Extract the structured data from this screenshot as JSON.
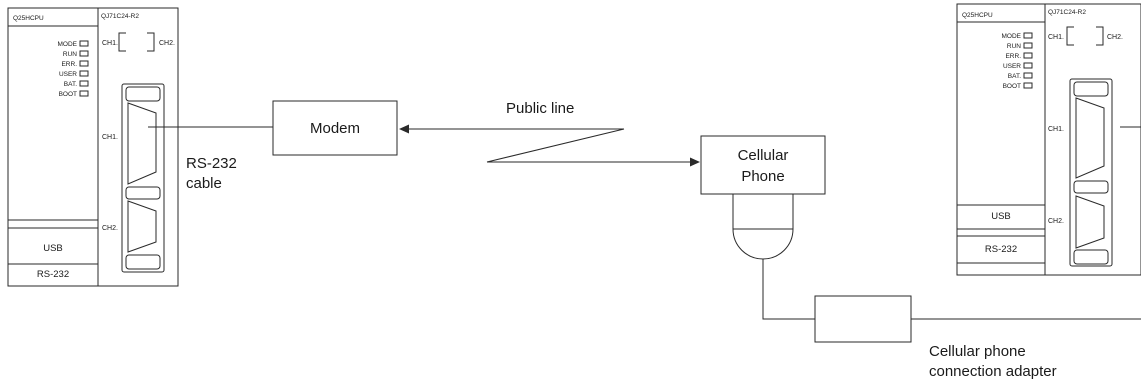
{
  "left_plc": {
    "cpu_model": "Q25HCPU",
    "module_model": "QJ71C24-R2",
    "leds": [
      "MODE",
      "RUN",
      "ERR.",
      "USER",
      "BAT.",
      "BOOT"
    ],
    "ch1": "CH1.",
    "ch2": "CH2.",
    "port_ch1": "CH1.",
    "port_ch2": "CH2.",
    "usb": "USB",
    "rs232": "RS-232"
  },
  "right_plc": {
    "cpu_model": "Q25HCPU",
    "module_model": "QJ71C24-R2",
    "leds": [
      "MODE",
      "RUN",
      "ERR.",
      "USER",
      "BAT.",
      "BOOT"
    ],
    "ch1": "CH1.",
    "ch2": "CH2.",
    "port_ch1": "CH1.",
    "port_ch2": "CH2.",
    "usb": "USB",
    "rs232": "RS-232"
  },
  "modem": {
    "label": "Modem"
  },
  "cable": {
    "line1": "RS-232",
    "line2": "cable"
  },
  "public_line": {
    "label": "Public line"
  },
  "cellular_phone": {
    "line1": "Cellular",
    "line2": "Phone"
  },
  "adapter": {
    "line1": "Cellular phone",
    "line2": "connection adapter"
  }
}
